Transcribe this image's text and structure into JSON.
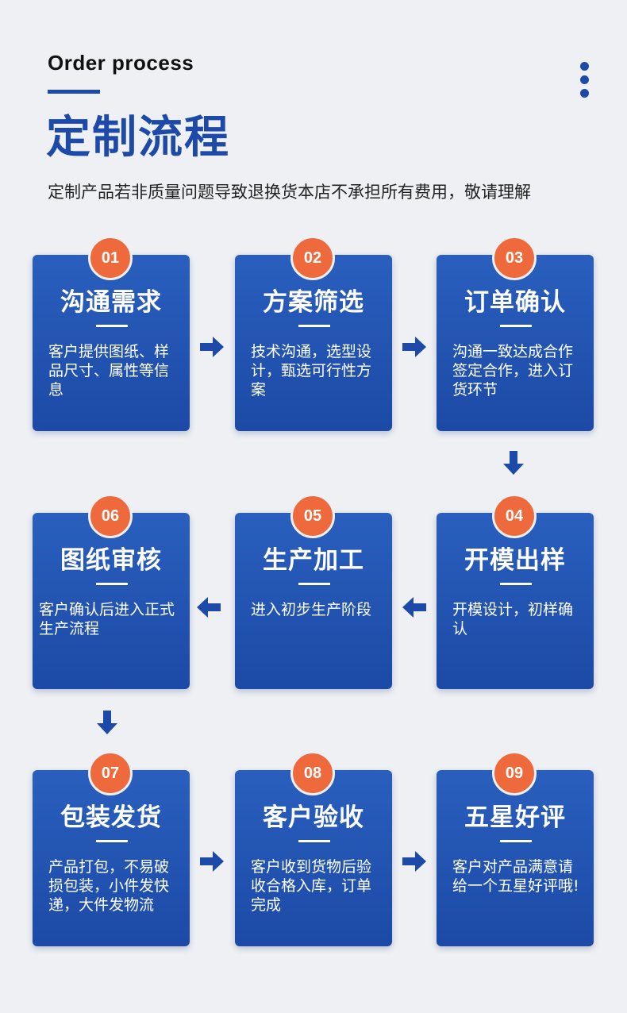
{
  "header": {
    "subtitle_en": "Order process",
    "title_cn": "定制流程",
    "notice": "定制产品若非质量问题导致退换货本店不承担所有费用，敬请理解"
  },
  "colors": {
    "primary": "#1d4aa8",
    "badge": "#ee6a3c",
    "background": "#eef0f3"
  },
  "steps": [
    {
      "num": "01",
      "title": "沟通需求",
      "desc": "客户提供图纸、样品尺寸、属性等信息"
    },
    {
      "num": "02",
      "title": "方案筛选",
      "desc": "技术沟通，选型设计，甄选可行性方案"
    },
    {
      "num": "03",
      "title": "订单确认",
      "desc": "沟通一致达成合作签定合作，进入订货环节"
    },
    {
      "num": "04",
      "title": "开模出样",
      "desc": "开模设计，初样确认"
    },
    {
      "num": "05",
      "title": "生产加工",
      "desc": "进入初步生产阶段"
    },
    {
      "num": "06",
      "title": "图纸审核",
      "desc": "客户确认后进入正式生产流程"
    },
    {
      "num": "07",
      "title": "包装发货",
      "desc": "产品打包，不易破损包装，小件发快递，大件发物流"
    },
    {
      "num": "08",
      "title": "客户验收",
      "desc": "客户收到货物后验收合格入库，订单完成"
    },
    {
      "num": "09",
      "title": "五星好评",
      "desc": "客户对产品满意请给一个五星好评哦!"
    }
  ],
  "icons": {
    "menu": "more-vertical-icon",
    "arrow_right": "arrow-right-icon",
    "arrow_left": "arrow-left-icon",
    "arrow_down": "arrow-down-icon"
  }
}
